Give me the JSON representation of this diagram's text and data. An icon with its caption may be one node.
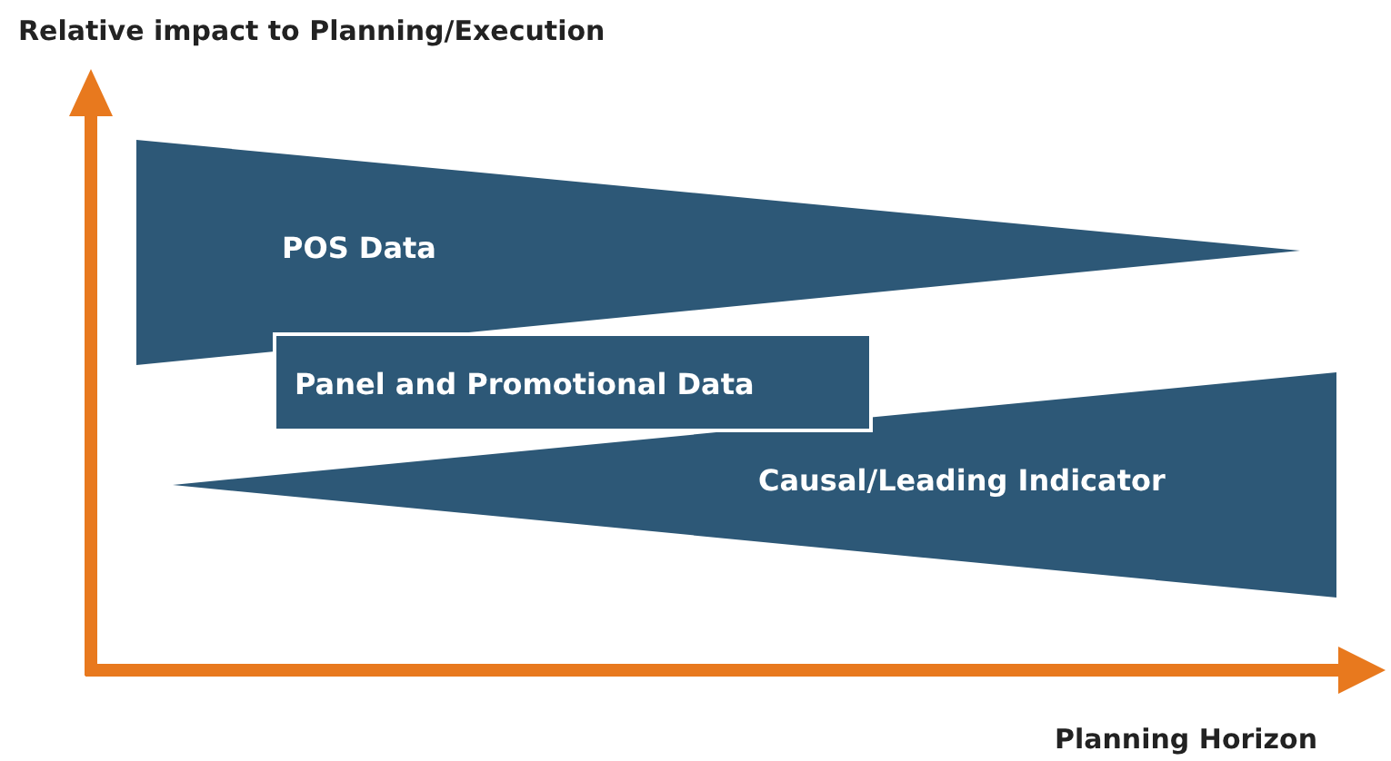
{
  "diagram": {
    "nodes": [
      {
        "text": [
          "POS Data"
        ]
      },
      {
        "text": [
          "Panel and Promotional Data"
        ]
      },
      {
        "text": [
          "Causal/Leading Indicator"
        ]
      }
    ],
    "labels": [
      "Relative impact to Planning/Execution",
      "Planning Horizon"
    ]
  }
}
